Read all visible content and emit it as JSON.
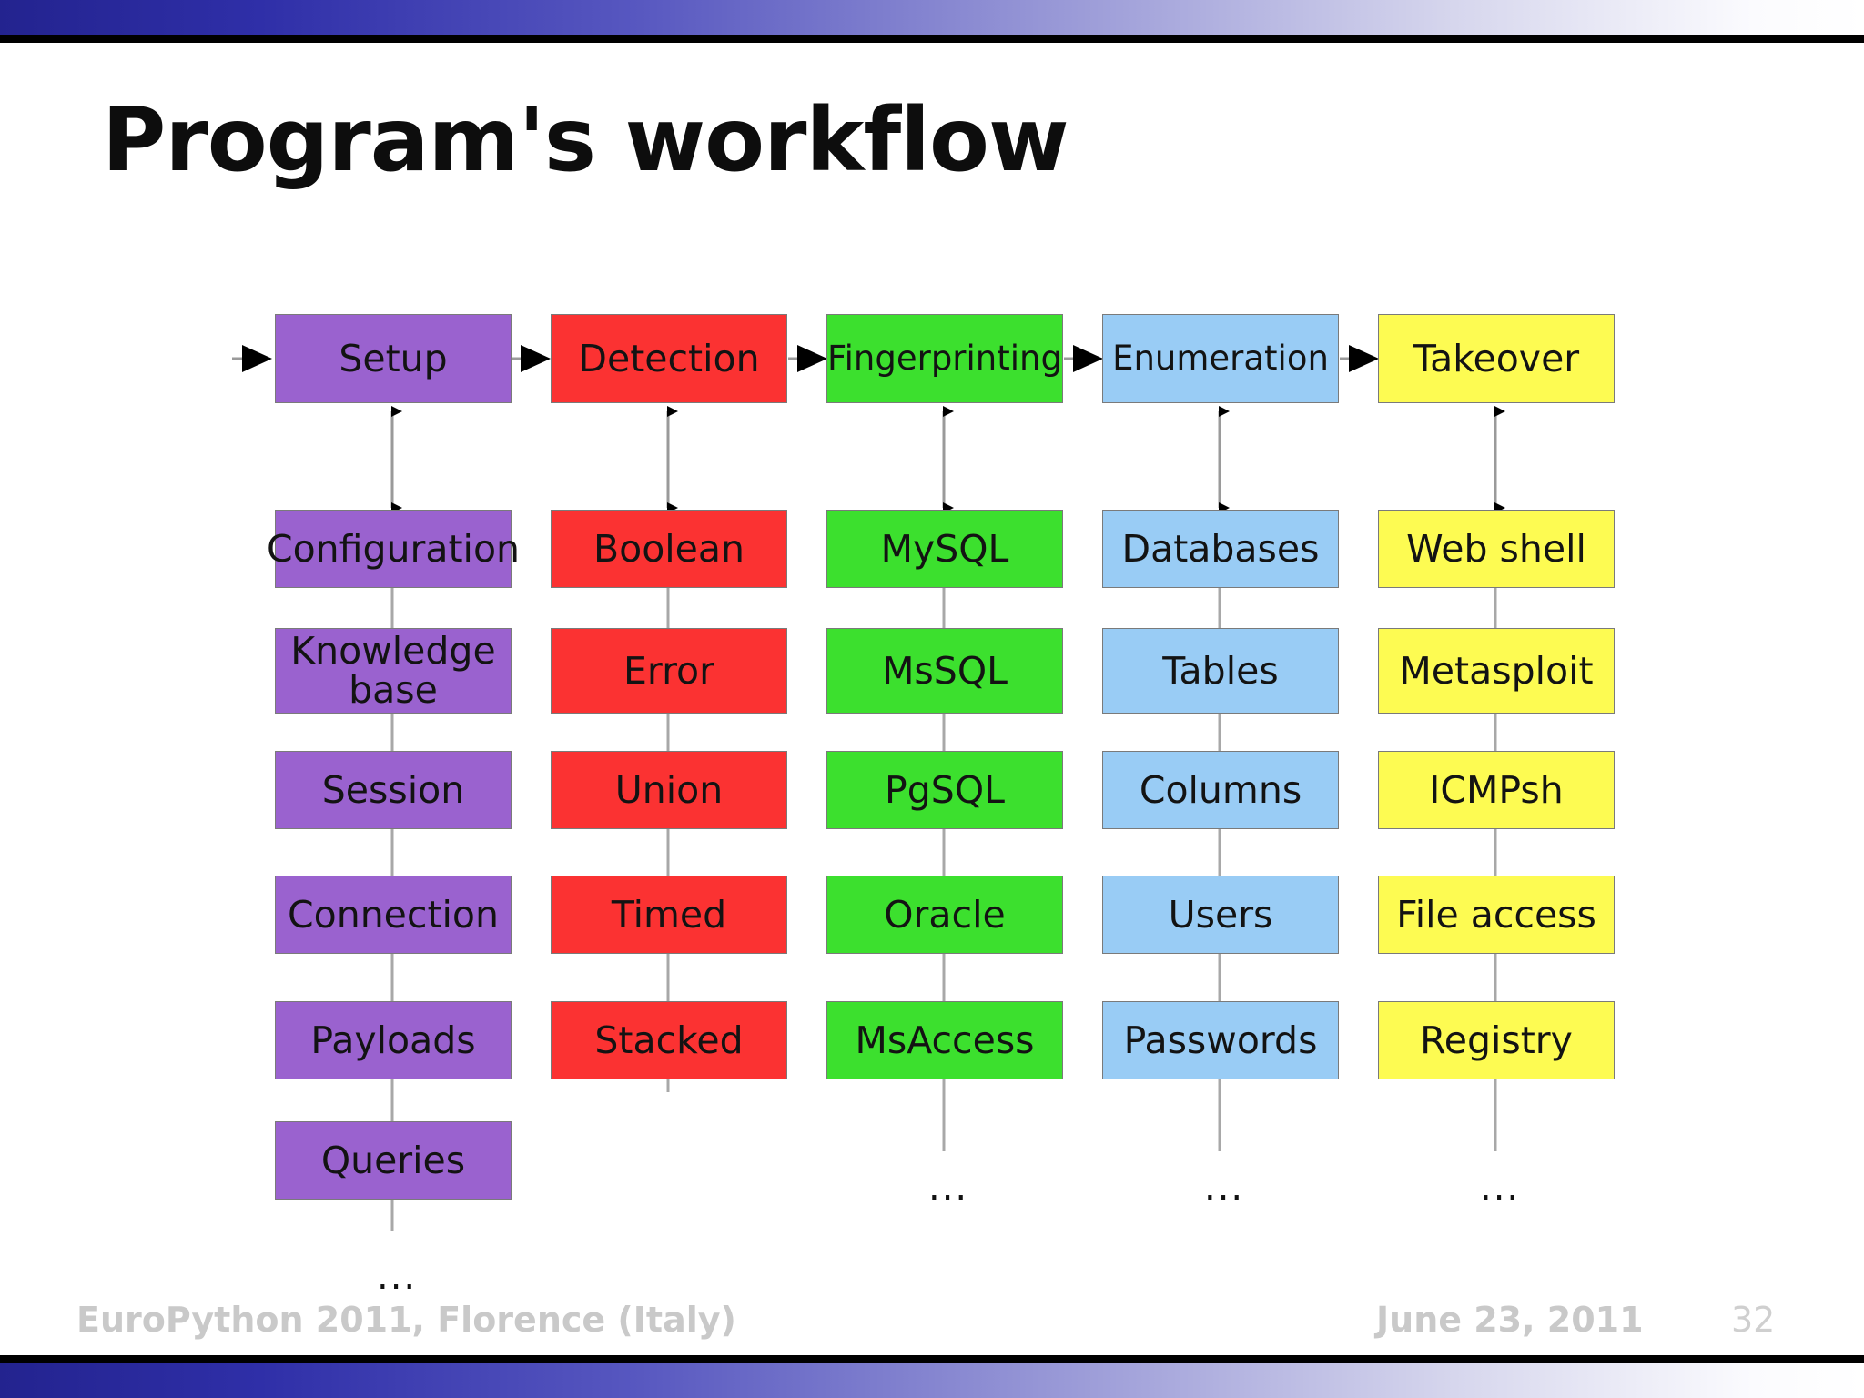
{
  "slide": {
    "title": "Program's workflow",
    "footer": {
      "left": "EuroPython 2011, Florence (Italy)",
      "date": "June 23, 2011",
      "page_number": "32"
    },
    "accent_colors": {
      "frame_gradient_start": "#23238f",
      "frame_rule": "#000000",
      "footer_text": "#c9c9c9",
      "title_text": "#0d0d0d"
    }
  },
  "diagram": {
    "type": "flow-columns",
    "entry_arrow": true,
    "stage_links": "horizontal-arrow",
    "stage_to_list_links": "double-headed-vertical-arrow",
    "columns": [
      {
        "id": "setup",
        "stage": "Setup",
        "color": "#9a62cf",
        "border": "#7a7a7a",
        "items": [
          "Configuration",
          "Knowledge base",
          "Session",
          "Connection",
          "Payloads",
          "Queries"
        ],
        "trailing_ellipsis": "..."
      },
      {
        "id": "detection",
        "stage": "Detection",
        "color": "#fb3232",
        "border": "#7a7a7a",
        "items": [
          "Boolean",
          "Error",
          "Union",
          "Timed",
          "Stacked"
        ],
        "trailing_ellipsis": ""
      },
      {
        "id": "fingerprinting",
        "stage": "Fingerprinting",
        "color": "#3ce02e",
        "border": "#7a7a7a",
        "items": [
          "MySQL",
          "MsSQL",
          "PgSQL",
          "Oracle",
          "MsAccess"
        ],
        "trailing_ellipsis": "..."
      },
      {
        "id": "enumeration",
        "stage": "Enumeration",
        "color": "#99ccf5",
        "border": "#7a7a7a",
        "items": [
          "Databases",
          "Tables",
          "Columns",
          "Users",
          "Passwords"
        ],
        "trailing_ellipsis": "..."
      },
      {
        "id": "takeover",
        "stage": "Takeover",
        "color": "#fdfb52",
        "border": "#7a7a7a",
        "items": [
          "Web shell",
          "Metasploit",
          "ICMPsh",
          "File access",
          "Registry"
        ],
        "trailing_ellipsis": "..."
      }
    ]
  }
}
